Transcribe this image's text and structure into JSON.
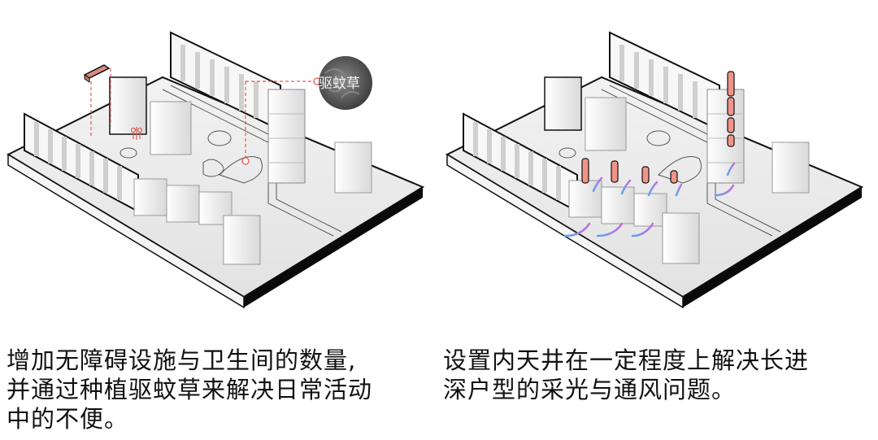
{
  "panels": [
    {
      "id": "accessibility-and-mosquito-plants",
      "annotations": {
        "plant_photo_label": "驱蚊草",
        "highlight_color": "#e05a5a",
        "facility_color": "#d98a82"
      },
      "caption_lines": [
        "增加无障碍设施与卫生间的数量,",
        "并通过种植驱蚊草来解决日常活动",
        "中的不便。"
      ]
    },
    {
      "id": "courtyard-lighting-ventilation",
      "annotations": {
        "light_well_color": "#f0948a",
        "airflow_gradient": [
          "#5aa8f0",
          "#c66be0"
        ]
      },
      "caption_lines": [
        "设置内天井在一定程度上解决长进",
        "深户型的采光与通风问题。"
      ]
    }
  ],
  "colors": {
    "building_face_light": "#fafafa",
    "building_face_shade": "#dcdcdc",
    "ground": "#ececec",
    "base_edge": "#0a0a0a"
  }
}
